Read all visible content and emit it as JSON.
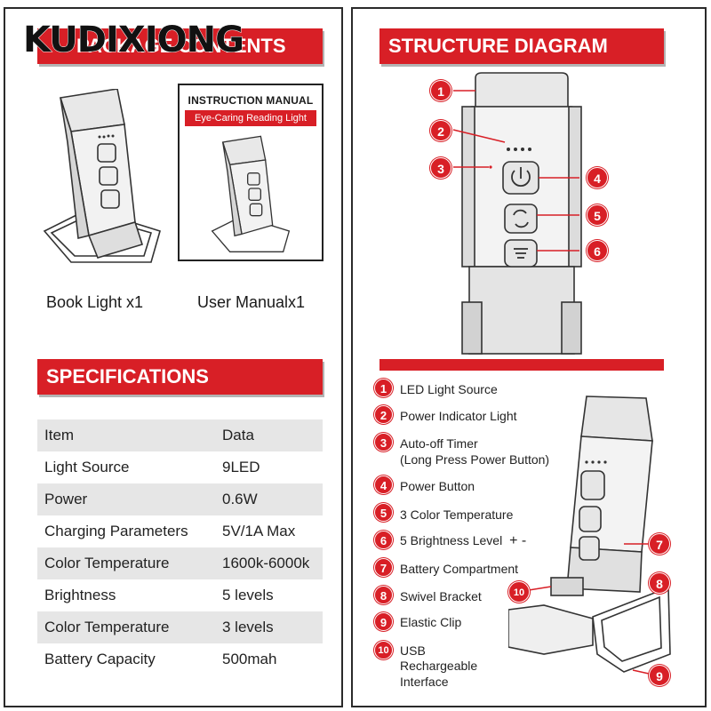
{
  "brand": "KUDIXIONG",
  "left": {
    "package_banner": "PACKAGE CONTENTS",
    "items": [
      {
        "label": "Book Light x1"
      },
      {
        "label": "User Manualx1"
      }
    ],
    "manual": {
      "title": "INSTRUCTION MANUAL",
      "subtitle": "Eye-Caring Reading Light"
    },
    "spec_banner": "SPECIFICATIONS",
    "spec_header": [
      "Item",
      "Data"
    ],
    "spec_rows": [
      [
        "Light Source",
        "9LED"
      ],
      [
        "Power",
        "0.6W"
      ],
      [
        "Charging Parameters",
        "5V/1A Max"
      ],
      [
        "Color Temperature",
        "1600k-6000k"
      ],
      [
        "Brightness",
        "5 levels"
      ],
      [
        "Color Temperature",
        "3 levels"
      ],
      [
        "Battery Capacity",
        "500mah"
      ]
    ]
  },
  "right": {
    "structure_banner": "STRUCTURE DIAGRAM",
    "callouts": [
      "1",
      "2",
      "3",
      "4",
      "5",
      "6",
      "7",
      "8",
      "9",
      "10"
    ],
    "legend": [
      {
        "num": "1",
        "text": "LED Light Source"
      },
      {
        "num": "2",
        "text": "Power Indicator Light"
      },
      {
        "num": "3",
        "text": "Auto-off Timer",
        "text2": "(Long Press Power Button)"
      },
      {
        "num": "4",
        "text": "Power Button"
      },
      {
        "num": "5",
        "text": "3 Color Temperature"
      },
      {
        "num": "6",
        "text": "5 Brightness Level",
        "extra": "+ -"
      },
      {
        "num": "7",
        "text": "Battery Compartment"
      },
      {
        "num": "8",
        "text": "Swivel Bracket"
      },
      {
        "num": "9",
        "text": "Elastic Clip"
      },
      {
        "num": "10",
        "text": "USB",
        "text2": "Rechargeable",
        "text3": "Interface"
      }
    ]
  },
  "colors": {
    "accent": "#d81f26",
    "shade": "#e6e6e6",
    "text": "#222222"
  }
}
